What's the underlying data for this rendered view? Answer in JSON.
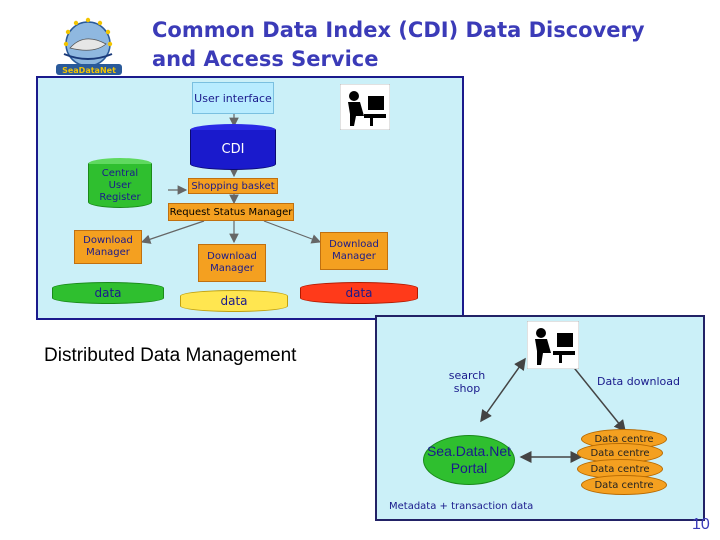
{
  "logo": {
    "text": "SeaDataNet"
  },
  "title": {
    "line1": "Common Data Index (CDI) Data Discovery",
    "line2": "and Access Service"
  },
  "diagram1": {
    "user_interface": "User interface",
    "cdi": "CDI",
    "central_user_register": "Central User Register",
    "shopping_basket": "Shopping basket",
    "request_status_manager": "Request Status Manager",
    "download_manager": "Download Manager",
    "data": "data",
    "colors": {
      "green": "#2fbf2f",
      "yellow": "#ffe650",
      "red": "#ff3a1a",
      "orange": "#f4a020",
      "navy": "#1a1a8c"
    }
  },
  "subtitle": "Distributed Data Management",
  "diagram2": {
    "search_shop": "search shop",
    "data_download": "Data download",
    "portal": "Sea.Data.Net Portal",
    "data_centre": "Data centre",
    "metadata": "Metadata + transaction data"
  },
  "page_number": "10"
}
